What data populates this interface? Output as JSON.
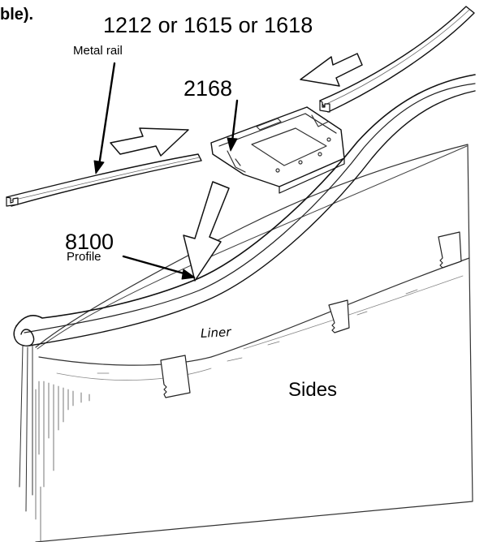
{
  "labels": {
    "cut_fragment": "ble).",
    "rail_codes": "1212 or 1615 or 1618",
    "rail_name": "Metal rail",
    "connector_code": "2168",
    "profile_code": "8100",
    "profile_name": "Profile",
    "liner": "Liner",
    "sides": "Sides"
  }
}
